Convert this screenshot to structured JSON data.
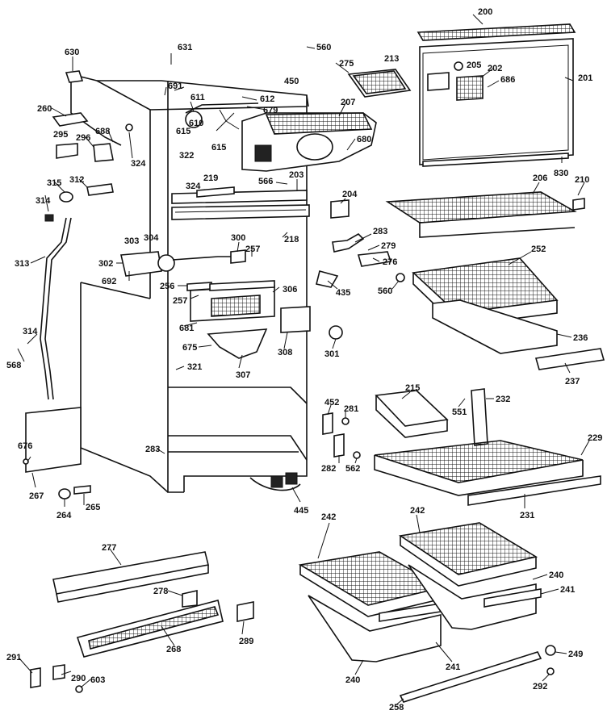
{
  "labels": {
    "l200": "200",
    "l201": "201",
    "l202": "202",
    "l203": "203",
    "l204": "204",
    "l205": "205",
    "l206": "206",
    "l207": "207",
    "l210": "210",
    "l213": "213",
    "l215": "215",
    "l218": "218",
    "l219": "219",
    "l229": "229",
    "l231": "231",
    "l232": "232",
    "l236": "236",
    "l237": "237",
    "l240a": "240",
    "l240b": "240",
    "l241a": "241",
    "l241b": "241",
    "l242a": "242",
    "l242b": "242",
    "l249": "249",
    "l252": "252",
    "l256": "256",
    "l257a": "257",
    "l257b": "257",
    "l258": "258",
    "l260": "260",
    "l264": "264",
    "l265": "265",
    "l267": "267",
    "l268": "268",
    "l275": "275",
    "l276": "276",
    "l277": "277",
    "l278": "278",
    "l279": "279",
    "l281": "281",
    "l282": "282",
    "l283a": "283",
    "l283b": "283",
    "l289": "289",
    "l290": "290",
    "l291": "291",
    "l292": "292",
    "l295": "295",
    "l296": "296",
    "l300": "300",
    "l301": "301",
    "l302": "302",
    "l303": "303",
    "l304": "304",
    "l306": "306",
    "l307": "307",
    "l308": "308",
    "l312": "312",
    "l313": "313",
    "l314a": "314",
    "l314b": "314",
    "l315": "315",
    "l321": "321",
    "l322": "322",
    "l324a": "324",
    "l324b": "324",
    "l435": "435",
    "l445": "445",
    "l450": "450",
    "l452": "452",
    "l551": "551",
    "l560a": "560",
    "l560b": "560",
    "l562": "562",
    "l566": "566",
    "l568": "568",
    "l603": "603",
    "l610": "610",
    "l611": "611",
    "l612": "612",
    "l615a": "615",
    "l615b": "615",
    "l630": "630",
    "l631": "631",
    "l675": "675",
    "l676": "676",
    "l679": "679",
    "l680": "680",
    "l681": "681",
    "l686": "686",
    "l688": "688",
    "l691": "691",
    "l692": "692",
    "l830": "830"
  }
}
